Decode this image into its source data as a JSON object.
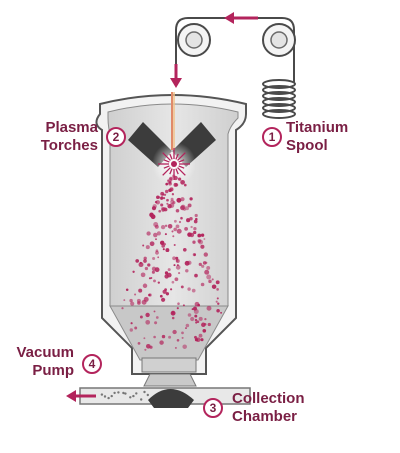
{
  "colors": {
    "accent": "#b3245c",
    "label_text": "#7a1f44",
    "outline": "#4a4a4a",
    "vessel_fill": "#d9d9d9",
    "cone_fill": "#c4c4c4",
    "dark_part": "#3c3c3c"
  },
  "labels": {
    "plasma_torches": {
      "number": "2",
      "line1": "Plasma",
      "line2": "Torches"
    },
    "titanium_spool": {
      "number": "1",
      "line1": "Titanium",
      "line2": "Spool"
    },
    "vacuum_pump": {
      "number": "4",
      "line1": "Vacuum",
      "line2": "Pump"
    },
    "collection_chamber": {
      "number": "3",
      "line1": "Collection",
      "line2": "Chamber"
    }
  },
  "icons": {
    "pulley": "pulley-wheel-icon",
    "coil": "wire-coil-icon",
    "arrow": "flow-arrow-icon"
  }
}
